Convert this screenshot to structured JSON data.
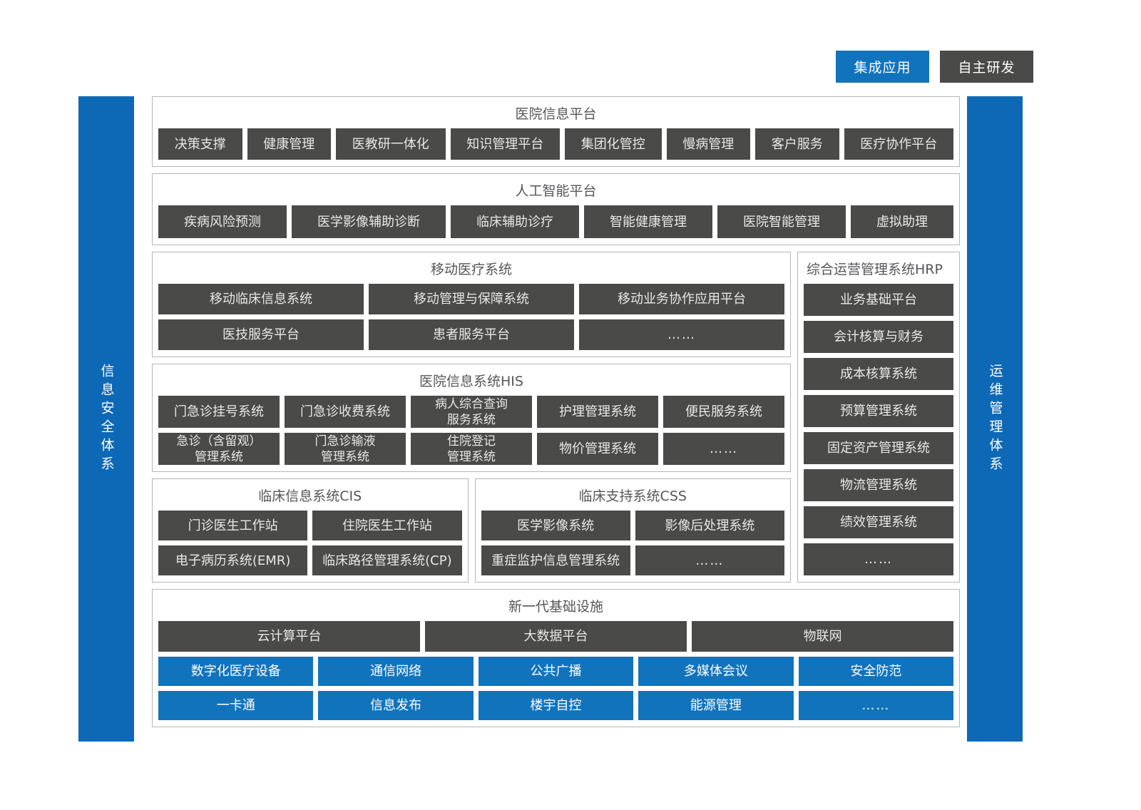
{
  "legend": [
    {
      "label": "集成应用",
      "color": "#1273BD",
      "kind": "integrated"
    },
    {
      "label": "自主研发",
      "color": "#4A4A48",
      "kind": "self-developed"
    }
  ],
  "rails": {
    "left": {
      "label": "信息安全体系",
      "color": "#0D68B5"
    },
    "right": {
      "label": "运维管理体系",
      "color": "#0D68B5"
    }
  },
  "colors": {
    "blue": "#1273BD",
    "rail_blue": "#0D68B5",
    "dark": "#4A4A48",
    "panel_border": "#B6B6B6",
    "title_text": "#56565A"
  },
  "panels": {
    "hospital_info_platform": {
      "title": "医院信息平台",
      "items": [
        "决策支撑",
        "健康管理",
        "医教研一体化",
        "知识管理平台",
        "集团化管控",
        "慢病管理",
        "客户服务",
        "医疗协作平台"
      ]
    },
    "ai_platform": {
      "title": "人工智能平台",
      "items": [
        "疾病风险预测",
        "医学影像辅助诊断",
        "临床辅助诊疗",
        "智能健康管理",
        "医院智能管理",
        "虚拟助理"
      ]
    },
    "mobile_medical": {
      "title": "移动医疗系统",
      "rows": [
        [
          "移动临床信息系统",
          "移动管理与保障系统",
          "移动业务协作应用平台"
        ],
        [
          "医技服务平台",
          "患者服务平台",
          "……"
        ]
      ]
    },
    "his": {
      "title": "医院信息系统HIS",
      "rows": [
        [
          "门急诊挂号系统",
          "门急诊收费系统",
          "病人综合查询\n服务系统",
          "护理管理系统",
          "便民服务系统"
        ],
        [
          "急诊（含留观）\n管理系统",
          "门急诊输液\n管理系统",
          "住院登记\n管理系统",
          "物价管理系统",
          "……"
        ]
      ]
    },
    "cis": {
      "title": "临床信息系统CIS",
      "rows": [
        [
          "门诊医生工作站",
          "住院医生工作站"
        ],
        [
          "电子病历系统(EMR)",
          "临床路径管理系统(CP)"
        ]
      ]
    },
    "css": {
      "title": "临床支持系统CSS",
      "rows": [
        [
          "医学影像系统",
          "影像后处理系统"
        ],
        [
          "重症监护信息管理系统",
          "……"
        ]
      ]
    },
    "hrp": {
      "title": "综合运营管理系统HRP",
      "items": [
        "业务基础平台",
        "会计核算与财务",
        "成本核算系统",
        "预算管理系统",
        "固定资产管理系统",
        "物流管理系统",
        "绩效管理系统",
        "……"
      ]
    },
    "infrastructure": {
      "title": "新一代基础设施",
      "dark_row": [
        "云计算平台",
        "大数据平台",
        "物联网"
      ],
      "blue_rows": [
        [
          "数字化医疗设备",
          "通信网络",
          "公共广播",
          "多媒体会议",
          "安全防范"
        ],
        [
          "一卡通",
          "信息发布",
          "楼宇自控",
          "能源管理",
          "……"
        ]
      ]
    }
  }
}
